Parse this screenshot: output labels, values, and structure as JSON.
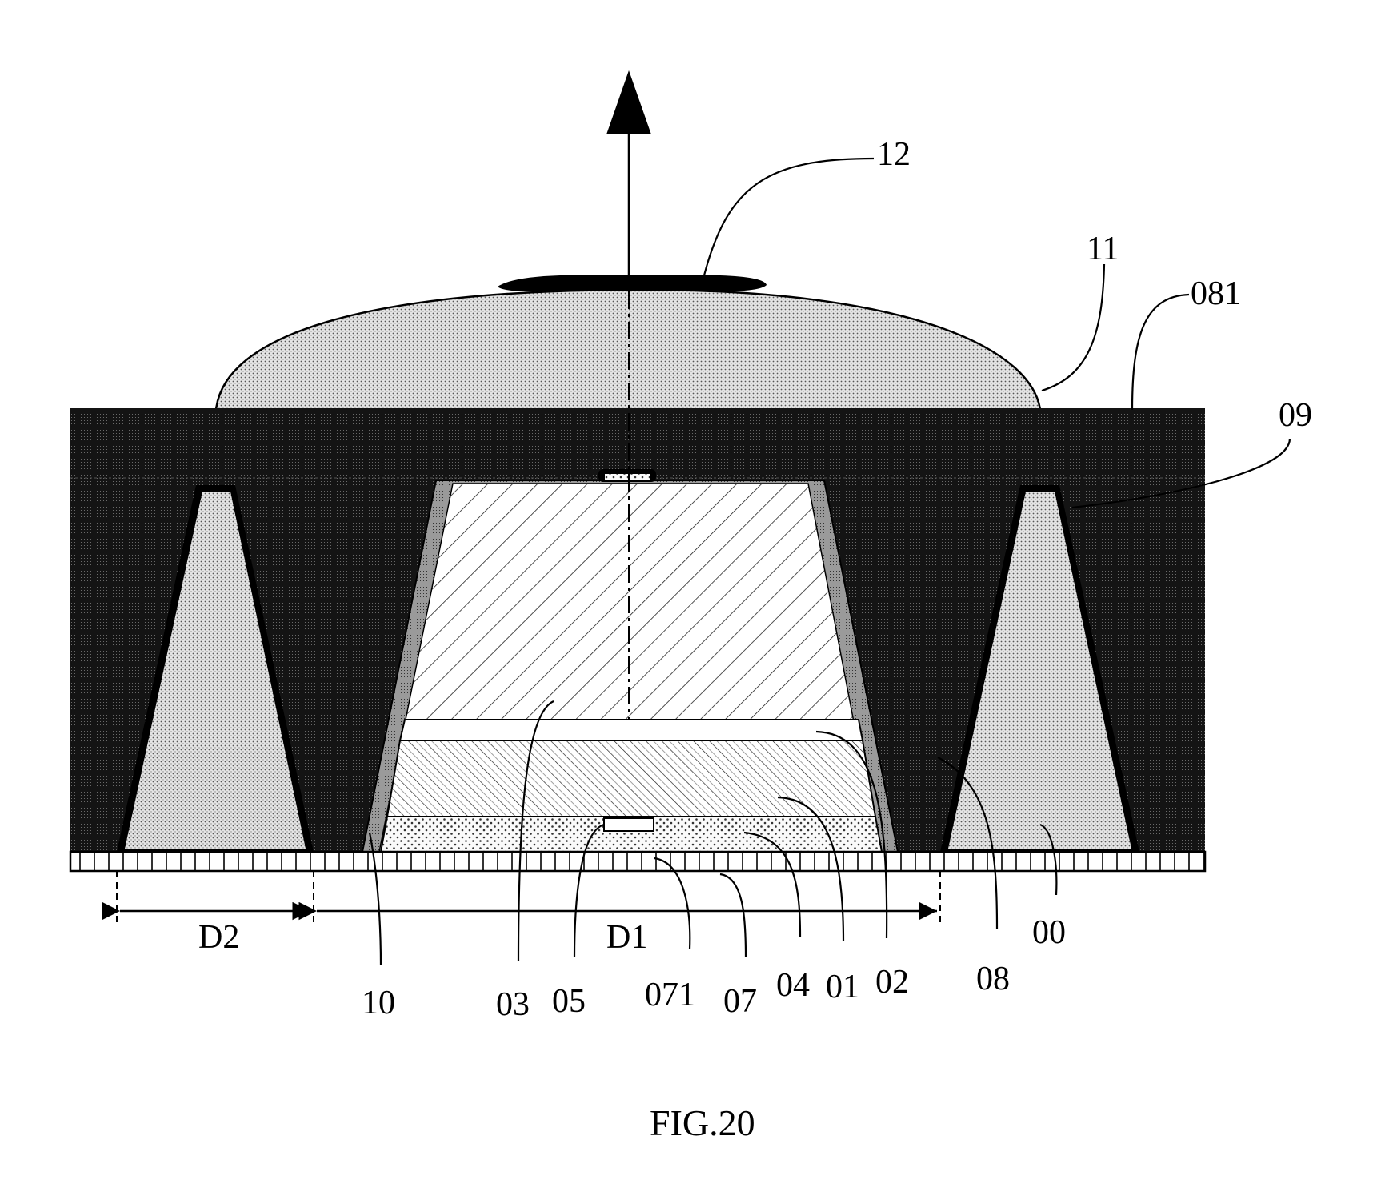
{
  "figure": {
    "caption": "FIG.20",
    "labels": {
      "l12": "12",
      "l11": "11",
      "l081": "081",
      "l09": "09",
      "l00": "00",
      "l08": "08",
      "l02": "02",
      "l01": "01",
      "l04": "04",
      "l07": "07",
      "l071": "071",
      "l05": "05",
      "l03": "03",
      "l10": "10",
      "d1": "D1",
      "d2": "D2"
    }
  }
}
